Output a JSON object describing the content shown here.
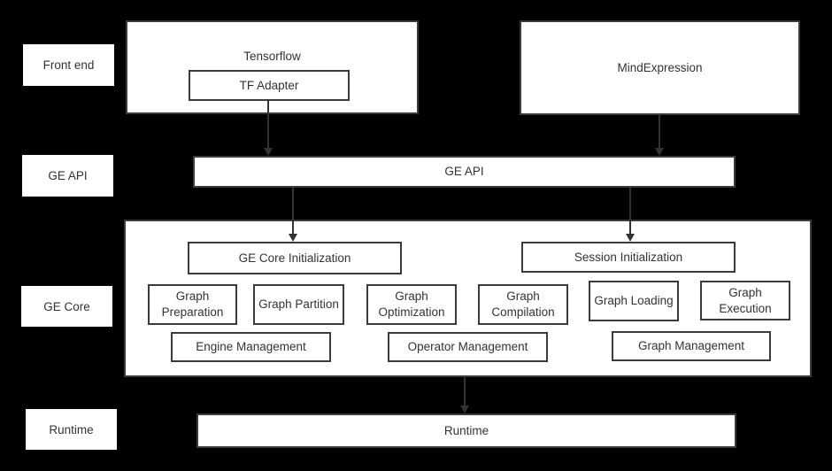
{
  "colors": {
    "background": "#000000",
    "box_fill": "#ffffff",
    "box_border": "#3b3b3b",
    "text": "#333333",
    "arrow": "#333333"
  },
  "row_labels": [
    {
      "label": "Front end"
    },
    {
      "label": "GE API"
    },
    {
      "label": "GE Core"
    },
    {
      "label": "Runtime"
    }
  ],
  "front_end": {
    "tensorflow_label": "Tensorflow",
    "tf_adapter_label": "TF Adapter",
    "mindexpression_label": "MindExpression"
  },
  "ge_api": {
    "label": "GE API"
  },
  "ge_core": {
    "init_boxes": [
      {
        "label": "GE Core Initialization"
      },
      {
        "label": "Session Initialization"
      }
    ],
    "module_boxes": [
      {
        "label": "Graph Preparation"
      },
      {
        "label": "Graph Partition"
      },
      {
        "label": "Graph Optimization"
      },
      {
        "label": "Graph Compilation"
      },
      {
        "label": "Graph Loading"
      },
      {
        "label": "Graph Execution"
      }
    ],
    "management_boxes": [
      {
        "label": "Engine Management"
      },
      {
        "label": "Operator Management"
      },
      {
        "label": "Graph Management"
      }
    ]
  },
  "runtime": {
    "label": "Runtime"
  }
}
